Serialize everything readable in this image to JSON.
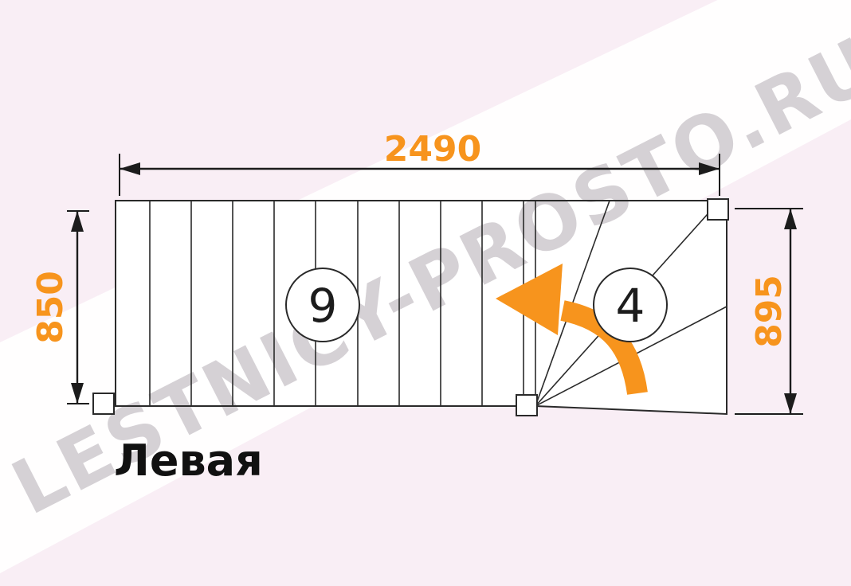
{
  "diagram": {
    "title": "Левая",
    "watermark": "LESTNICY-PROSTO.RU",
    "dims": {
      "total_length": "2490",
      "left_width": "850",
      "right_width": "895"
    },
    "straight_steps_count": "9",
    "winder_steps_count": "4",
    "colors": {
      "accent_orange": "#f7941d",
      "line_black": "#1c1c1c",
      "background_pink": "#f9eef5",
      "watermark_gray": "#b3acb3"
    }
  }
}
